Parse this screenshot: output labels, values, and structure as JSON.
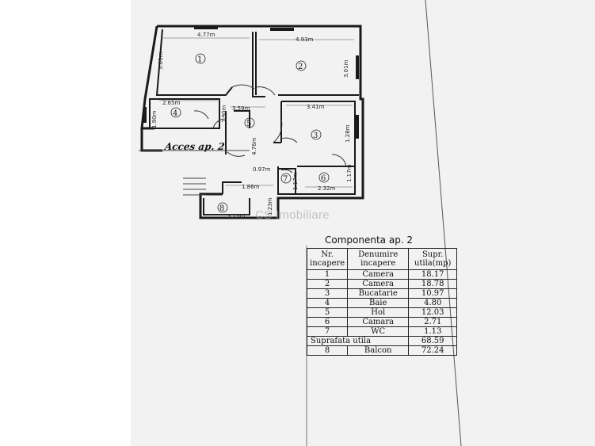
{
  "plan": {
    "access_label": "Acces ap. 2",
    "watermark": "CS Imobiliare",
    "rooms": [
      "1",
      "2",
      "3",
      "4",
      "5",
      "6",
      "7",
      "8"
    ],
    "dimensions": {
      "d1": "4.77m",
      "d2": "4.93m",
      "d3": "3.01m",
      "d4": "3.01m",
      "d5": "2.65m",
      "d6": "1.90m",
      "d7": "1.90m",
      "d8": "3.59m",
      "d9": "3.41m",
      "d10": "1.28m",
      "d11": "4.76m",
      "d12": "0.97m",
      "d13": "1.17m",
      "d14": "2.32m",
      "d15": "1.17m",
      "d16": "1.86m",
      "d17": "1.23m",
      "d18": "3.23m"
    }
  },
  "composition": {
    "title": "Componenta ap. 2",
    "headers": {
      "nr": [
        "Nr.",
        "incapere"
      ],
      "name": [
        "Denumire",
        "incapere"
      ],
      "area": [
        "Supr.",
        "utila(mp)"
      ]
    },
    "rows": [
      {
        "nr": "1",
        "name": "Camera",
        "area": "18.17"
      },
      {
        "nr": "2",
        "name": "Camera",
        "area": "18.78"
      },
      {
        "nr": "3",
        "name": "Bucatarie",
        "area": "10.97"
      },
      {
        "nr": "4",
        "name": "Baie",
        "area": "4.80"
      },
      {
        "nr": "5",
        "name": "Hol",
        "area": "12.03"
      },
      {
        "nr": "6",
        "name": "Camara",
        "area": "2.71"
      },
      {
        "nr": "7",
        "name": "WC",
        "area": "1.13"
      }
    ],
    "total_label": "Suprafata utila",
    "total_value": "68.59",
    "balcony": {
      "nr": "8",
      "name": "Balcon",
      "area": "72.24"
    }
  }
}
